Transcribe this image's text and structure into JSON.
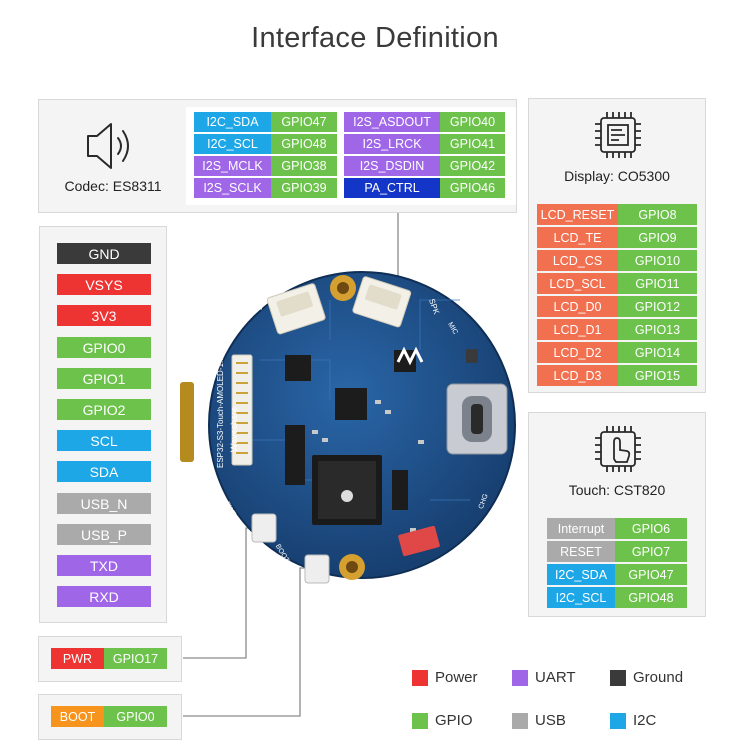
{
  "title": "Interface Definition",
  "colors": {
    "power": "#ee3333",
    "gpio": "#6cc24a",
    "ground": "#3a3a3a",
    "uart": "#a066e8",
    "usb": "#aaaaaa",
    "i2c": "#1ea7e6",
    "i2s_blue": "#1ea7e6",
    "i2s_purple": "#a066e8",
    "pa_ctrl": "#1436c8",
    "lcd": "#f07050",
    "boot": "#f7941d",
    "pcb": "#1d4f86"
  },
  "codec": {
    "label": "Codec: ES8311",
    "icon": "speaker-icon",
    "left": [
      {
        "name": "I2C_SDA",
        "gpio": "GPIO47",
        "kind": "i2c"
      },
      {
        "name": "I2C_SCL",
        "gpio": "GPIO48",
        "kind": "i2c"
      },
      {
        "name": "I2S_MCLK",
        "gpio": "GPIO38",
        "kind": "uart"
      },
      {
        "name": "I2S_SCLK",
        "gpio": "GPIO39",
        "kind": "uart"
      }
    ],
    "right": [
      {
        "name": "I2S_ASDOUT",
        "gpio": "GPIO40",
        "kind": "uart"
      },
      {
        "name": "I2S_LRCK",
        "gpio": "GPIO41",
        "kind": "uart"
      },
      {
        "name": "I2S_DSDIN",
        "gpio": "GPIO42",
        "kind": "uart"
      },
      {
        "name": "PA_CTRL",
        "gpio": "GPIO46",
        "kind": "pa"
      }
    ]
  },
  "display": {
    "label": "Display: CO5300",
    "icon": "chip-icon",
    "pins": [
      {
        "name": "LCD_RESET",
        "gpio": "GPIO8"
      },
      {
        "name": "LCD_TE",
        "gpio": "GPIO9"
      },
      {
        "name": "LCD_CS",
        "gpio": "GPIO10"
      },
      {
        "name": "LCD_SCL",
        "gpio": "GPIO11"
      },
      {
        "name": "LCD_D0",
        "gpio": "GPIO12"
      },
      {
        "name": "LCD_D1",
        "gpio": "GPIO13"
      },
      {
        "name": "LCD_D2",
        "gpio": "GPIO14"
      },
      {
        "name": "LCD_D3",
        "gpio": "GPIO15"
      }
    ]
  },
  "touch": {
    "label": "Touch: CST820",
    "icon": "touch-icon",
    "pins": [
      {
        "name": "Interrupt",
        "gpio": "GPIO6",
        "kind": "usb"
      },
      {
        "name": "RESET",
        "gpio": "GPIO7",
        "kind": "usb"
      },
      {
        "name": "I2C_SDA",
        "gpio": "GPIO47",
        "kind": "i2c"
      },
      {
        "name": "I2C_SCL",
        "gpio": "GPIO48",
        "kind": "i2c"
      }
    ]
  },
  "header": [
    {
      "name": "GND",
      "kind": "ground"
    },
    {
      "name": "VSYS",
      "kind": "power"
    },
    {
      "name": "3V3",
      "kind": "power"
    },
    {
      "name": "GPIO0",
      "kind": "gpio"
    },
    {
      "name": "GPIO1",
      "kind": "gpio"
    },
    {
      "name": "GPIO2",
      "kind": "gpio"
    },
    {
      "name": "SCL",
      "kind": "i2c"
    },
    {
      "name": "SDA",
      "kind": "i2c"
    },
    {
      "name": "USB_N",
      "kind": "usb"
    },
    {
      "name": "USB_P",
      "kind": "usb"
    },
    {
      "name": "TXD",
      "kind": "uart"
    },
    {
      "name": "RXD",
      "kind": "uart"
    }
  ],
  "pwr": {
    "name": "PWR",
    "gpio": "GPIO17"
  },
  "boot": {
    "name": "BOOT",
    "gpio": "GPIO0"
  },
  "board": {
    "silk_line1": "Waveshare",
    "silk_line2": "ESP32-S3-Touch-AMOLED-1.32",
    "bat": "BAT",
    "spk": "SPK",
    "mic": "MIC",
    "pwr": "PWR",
    "boot": "BOOT",
    "chg": "CHG"
  },
  "legend": [
    {
      "label": "Power",
      "color": "#ee3333"
    },
    {
      "label": "UART",
      "color": "#a066e8"
    },
    {
      "label": "Ground",
      "color": "#3a3a3a"
    },
    {
      "label": "GPIO",
      "color": "#6cc24a"
    },
    {
      "label": "USB",
      "color": "#aaaaaa"
    },
    {
      "label": "I2C",
      "color": "#1ea7e6"
    }
  ]
}
